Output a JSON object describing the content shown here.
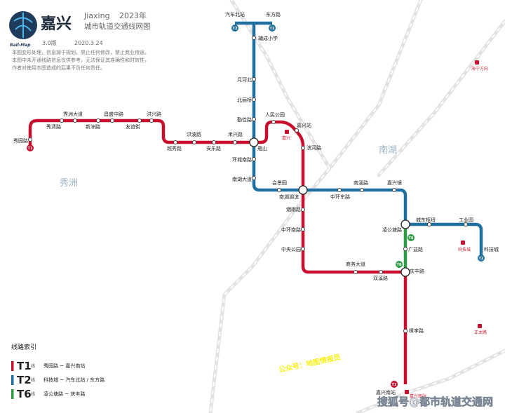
{
  "header": {
    "logo_text": "Rail-Map",
    "title": "嘉兴",
    "latin": "Jiaxing",
    "year": "2023年",
    "subtitle": "城市轨道交通线网图",
    "version": "3.0版",
    "date": "2020.3.24",
    "notes": [
      "本图变形处理，信息源于规划，禁止任何修改，禁止商业用途。",
      "本图中未开通线路信息仅供参考，无法保证其准确性和时效性，",
      "作者对使用本图造成的后果不负任何责任。"
    ]
  },
  "areas": {
    "xiuzhou": "秀洲",
    "nanhu": "南湖"
  },
  "colors": {
    "t1": "#c8102e",
    "t2": "#1f6f9f",
    "t6": "#2e9b45"
  },
  "stations": {
    "xiuyuan": "秀园路",
    "xiuqing": "秀清路",
    "xiuzhou_ave": "秀洲大道",
    "xincheng": "新洲路",
    "changsheng": "昌盛中路",
    "youyi": "友谊街",
    "hongxing": "洪兴路",
    "yuexiu": "越秀路",
    "hongbo": "洪波路",
    "anle": "安乐路",
    "hexing": "禾兴路",
    "renmin_park": "人民公园",
    "jiaxing_station": "嘉兴站",
    "jiaxing_rail": "嘉兴",
    "binhe": "滨河路",
    "luanshan": "瓶山",
    "huancheng_south": "环城南路",
    "nanhu_ave": "南湖大道",
    "huijingyuan": "会景园",
    "nanhu_wetland": "南湖湖滨",
    "zhonghuan_east": "中环东路",
    "nanxi": "南溪路",
    "jiaxingyu": "嘉兴镜",
    "yannan": "烟雨路",
    "zhonghuan_south": "中环南路",
    "central_park": "中央公园",
    "shangwu_ave": "商务大道",
    "shuangxi": "双溪路",
    "lingwai": "凌公塘路",
    "guangyi": "广益路",
    "qingfeng": "庆丰路",
    "dongjiao_hub": "城东枢纽",
    "gongye_yuan": "工业园",
    "kejicheng": "科技城",
    "qiaoli": "樟李路",
    "jiaxing_south": "嘉兴南站",
    "qiche_north": "汽车北站",
    "dongfang": "东方路",
    "fuchengxiaoxue": "辅成小学",
    "yuehe_north": "月河北",
    "beixiqiao": "北丽桥",
    "qinjian": "勤俭路"
  },
  "rail_labels": {
    "kejicheng_rail": "科技城",
    "jiaxing_south_rail": "嘉兴南站",
    "haiyan_xiang": "海宁方向",
    "zhengtai": "正太路"
  },
  "line_badges": {
    "t1": "T1",
    "t2": "T2",
    "t6": "T6"
  },
  "legend": {
    "heading": "线路索引",
    "suffix": "线",
    "items": [
      {
        "id": "T1",
        "route": "秀园路 ~ 嘉兴南站"
      },
      {
        "id": "T2",
        "route": "科技城 ~ 汽车北站 / 东方路"
      },
      {
        "id": "T6",
        "route": "凌公塘路 ~ 庆丰路"
      }
    ]
  },
  "watermarks": {
    "wechat": "公众号：地图情报员",
    "sohu": "搜狐号@都市轨道交通网"
  }
}
